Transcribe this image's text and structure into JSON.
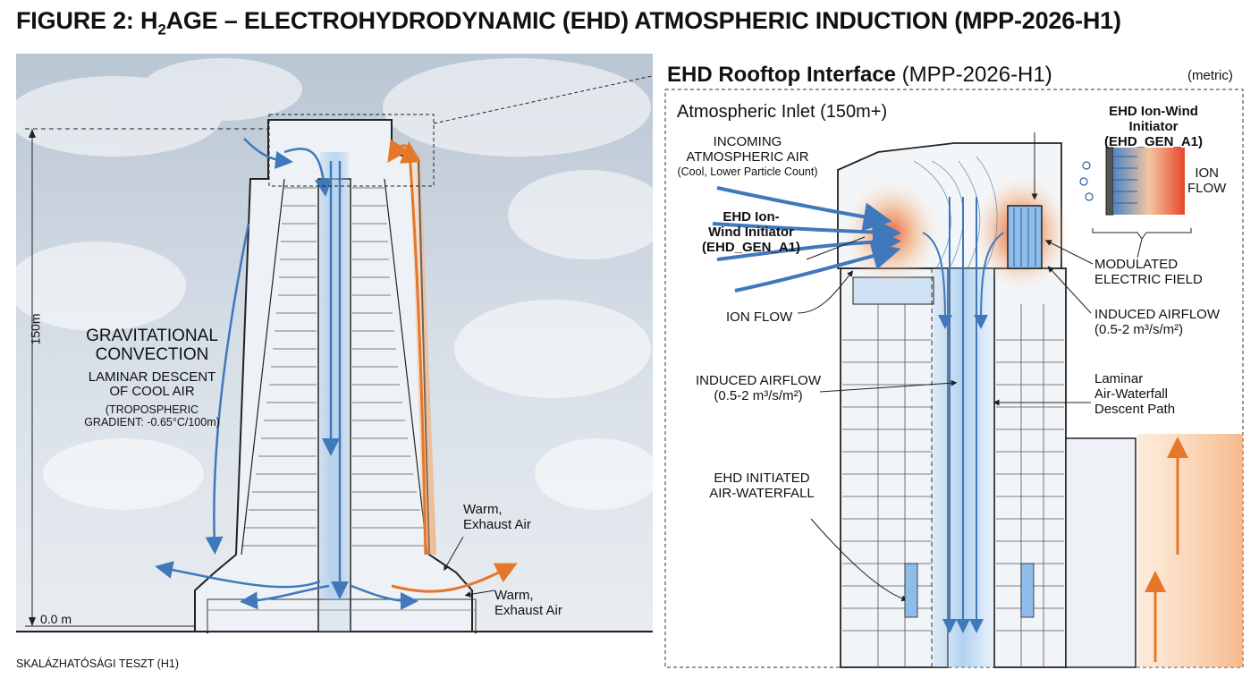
{
  "figure": {
    "title_prefix": "FIGURE 2: H",
    "title_sub": "2",
    "title_suffix": "AGE – ELECTROHYDRODYNAMIC (EHD) ATMOSPHERIC INDUCTION (MPP-2026-H1)",
    "footer": "SKALÁZHATÓSÁGI TESZT (H1)"
  },
  "left": {
    "height_label": "150m",
    "zero_label": "0.0 m",
    "convection_title_1": "GRAVITATIONAL",
    "convection_title_2": "CONVECTION",
    "convection_sub_1": "LAMINAR DESCENT",
    "convection_sub_2": "OF COOL AIR",
    "convection_note_1": "(TROPOSPHERIC",
    "convection_note_2": "GRADIENT: -0.65°C/100m)",
    "exhaust_upper_1": "Warm,",
    "exhaust_upper_2": "Exhaust Air",
    "exhaust_lower_1": "Warm,",
    "exhaust_lower_2": "Exhaust Air"
  },
  "inset": {
    "title_bold": "EHD Rooftop Interface",
    "title_rest": " (MPP-2026-H1)",
    "units": "(metric)",
    "inlet": "Atmospheric Inlet (150m+)",
    "incoming_1": "INCOMING",
    "incoming_2": "ATMOSPHERIC AIR",
    "incoming_3": "(Cool, Lower Particle Count)",
    "initiator_left_1": "EHD Ion-",
    "initiator_left_2": "Wind Initiator",
    "initiator_left_3": "(EHD_GEN_A1)",
    "initiator_top_1": "EHD Ion-Wind Initiator",
    "initiator_top_2": "(EHD_GEN_A1)",
    "ion_flow_right_1": "ION",
    "ion_flow_right_2": "FLOW",
    "ion_flow_left": "ION FLOW",
    "modulated_1": "MODULATED",
    "modulated_2": "ELECTRIC FIELD",
    "induced_right_1": "INDUCED AIRFLOW",
    "induced_right_2": "(0.5-2 m³/s/m²)",
    "induced_center_1": "INDUCED AIRFLOW",
    "induced_center_2": "(0.5-2 m³/s/m²)",
    "laminar_1": "Laminar",
    "laminar_2": "Air-Waterfall",
    "laminar_3": "Descent Path",
    "ehd_waterfall_1": "EHD INITIATED",
    "ehd_waterfall_2": "AIR-WATERFALL"
  },
  "colors": {
    "cool_air": "#4f86c6",
    "warm_air": "#ef8a3c",
    "field_hot": "#e8452a",
    "sky": "#cfd9e3",
    "line": "#222222"
  }
}
